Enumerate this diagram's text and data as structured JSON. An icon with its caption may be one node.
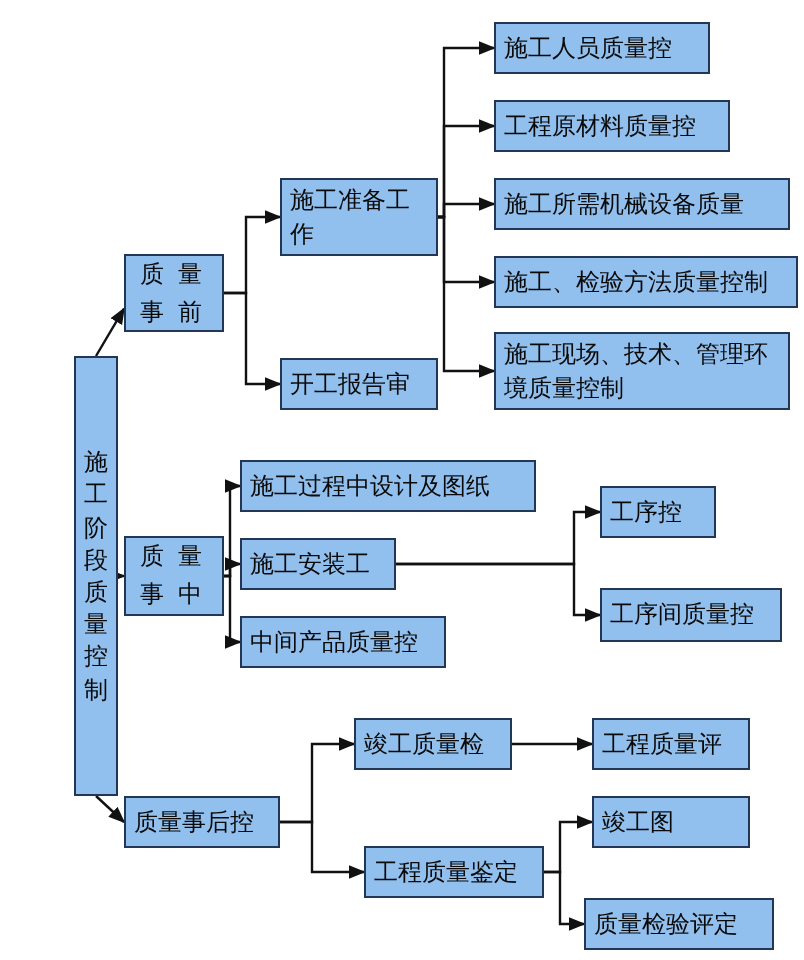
{
  "diagram": {
    "nodes": [
      {
        "text": [
          "施工阶段质量控制"
        ]
      },
      {
        "text": [
          "质量事前"
        ]
      },
      {
        "text": [
          "施工准备工作"
        ]
      },
      {
        "text": [
          "开工报告审"
        ]
      },
      {
        "text": [
          "施工人员质量控"
        ]
      },
      {
        "text": [
          "工程原材料质量控"
        ]
      },
      {
        "text": [
          "施工所需机械设备质量"
        ]
      },
      {
        "text": [
          "施工、检验方法质量控制"
        ]
      },
      {
        "text": [
          "施工现场、技术、管理环境质量控制"
        ]
      },
      {
        "text": [
          "质量事中"
        ]
      },
      {
        "text": [
          "施工过程中设计及图纸"
        ]
      },
      {
        "text": [
          "施工安装工"
        ]
      },
      {
        "text": [
          "中间产品质量控"
        ]
      },
      {
        "text": [
          "工序控"
        ]
      },
      {
        "text": [
          "工序间质量控"
        ]
      },
      {
        "text": [
          "质量事后控"
        ]
      },
      {
        "text": [
          "竣工质量检"
        ]
      },
      {
        "text": [
          "工程质量鉴定"
        ]
      },
      {
        "text": [
          "工程质量评"
        ]
      },
      {
        "text": [
          "竣工图"
        ]
      },
      {
        "text": [
          "质量检验评定"
        ]
      }
    ],
    "edges": [
      {
        "from": 0,
        "to": 1,
        "arrow": "to"
      },
      {
        "from": 0,
        "to": 9,
        "arrow": "to"
      },
      {
        "from": 0,
        "to": 15,
        "arrow": "to"
      },
      {
        "from": 1,
        "to": 2,
        "arrow": "to"
      },
      {
        "from": 1,
        "to": 3,
        "arrow": "to"
      },
      {
        "from": 2,
        "to": 4,
        "arrow": "to"
      },
      {
        "from": 2,
        "to": 5,
        "arrow": "to"
      },
      {
        "from": 2,
        "to": 6,
        "arrow": "to"
      },
      {
        "from": 2,
        "to": 7,
        "arrow": "to"
      },
      {
        "from": 2,
        "to": 8,
        "arrow": "to"
      },
      {
        "from": 9,
        "to": 10,
        "arrow": "to"
      },
      {
        "from": 9,
        "to": 11,
        "arrow": "to"
      },
      {
        "from": 9,
        "to": 12,
        "arrow": "to"
      },
      {
        "from": 11,
        "to": 13,
        "arrow": "to"
      },
      {
        "from": 11,
        "to": 14,
        "arrow": "to"
      },
      {
        "from": 15,
        "to": 16,
        "arrow": "to"
      },
      {
        "from": 15,
        "to": 17,
        "arrow": "to"
      },
      {
        "from": 16,
        "to": 18,
        "arrow": "to"
      },
      {
        "from": 17,
        "to": 19,
        "arrow": "to"
      },
      {
        "from": 17,
        "to": 20,
        "arrow": "to"
      }
    ]
  }
}
